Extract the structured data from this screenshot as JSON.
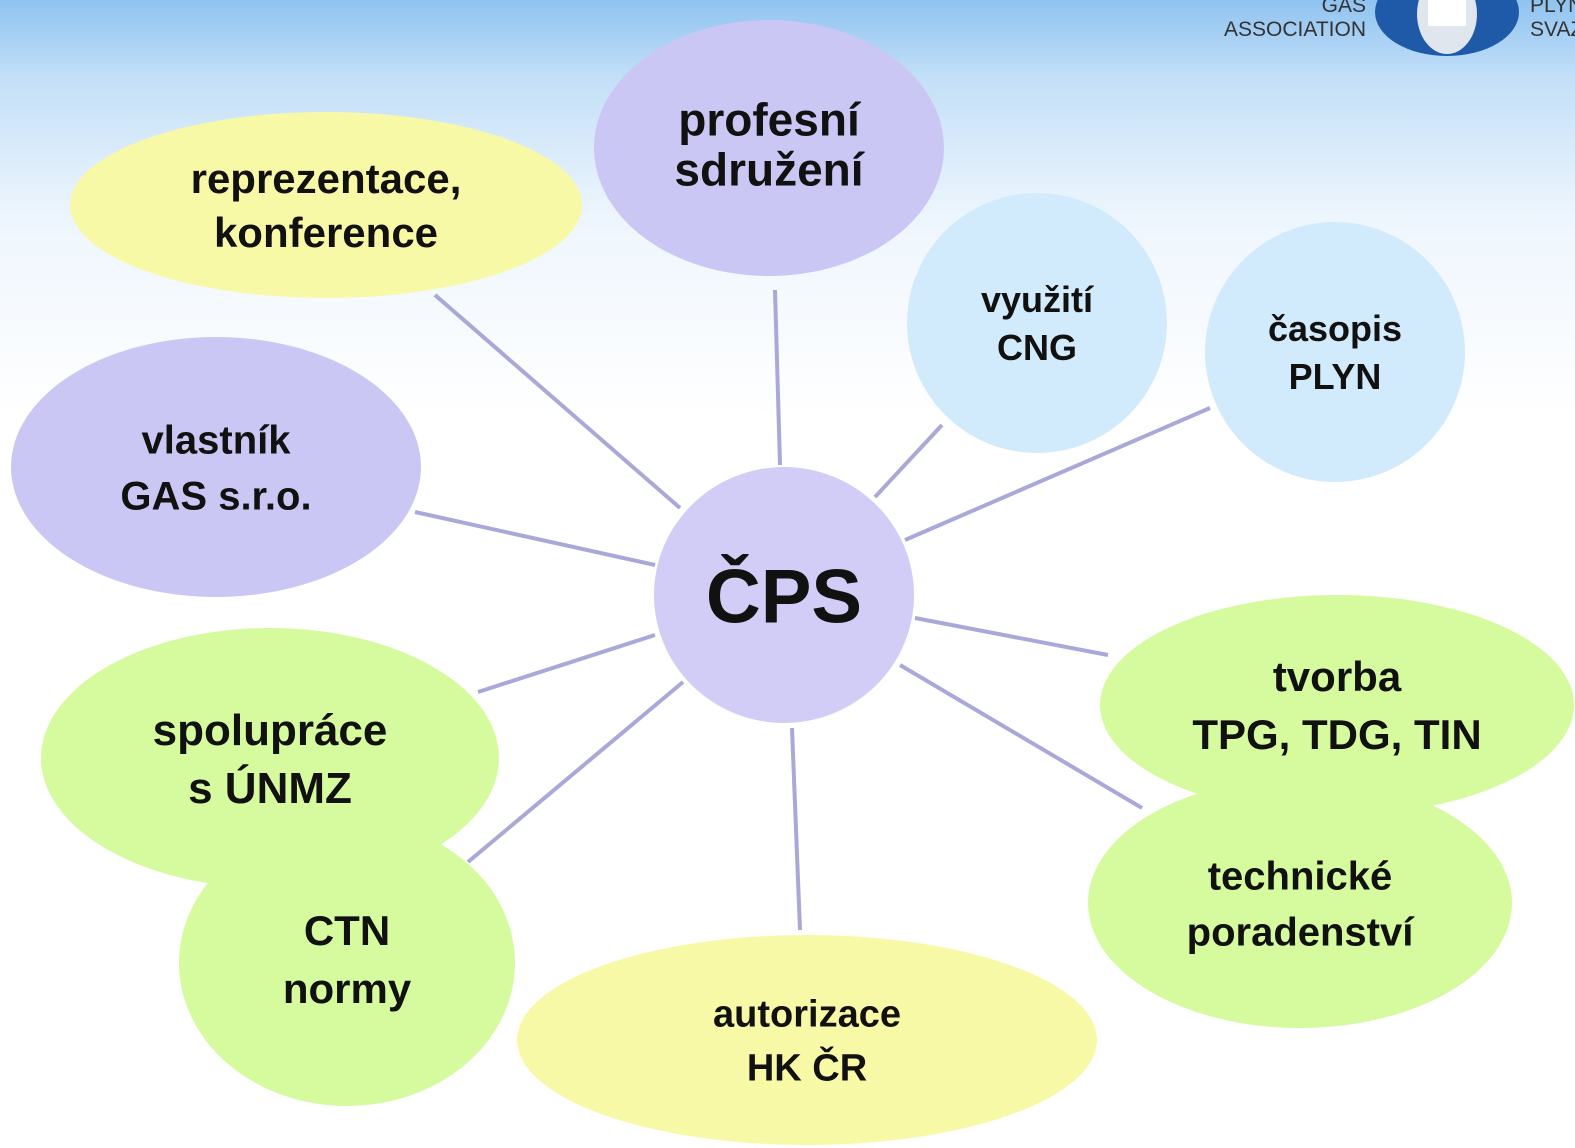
{
  "logo": {
    "left_text": [
      "GAS",
      "ASSOCIATION"
    ],
    "right_text": [
      "PLYN",
      "SVAZ"
    ],
    "colors": {
      "mark": "#1e5aa8",
      "mark_inner": "#ffffff"
    }
  },
  "center": {
    "id": "cps",
    "lines": [
      "ČPS"
    ],
    "color": "#d1cdf6"
  },
  "nodes": [
    {
      "id": "profesni",
      "lines": [
        "profesní",
        "sdružení"
      ],
      "color": "#cbc7f4"
    },
    {
      "id": "reprezentace",
      "lines": [
        "reprezentace,",
        "konference"
      ],
      "color": "#f8f9a6"
    },
    {
      "id": "vyuziti",
      "lines": [
        "využití",
        "CNG"
      ],
      "color": "#d2ebfc"
    },
    {
      "id": "casopis",
      "lines": [
        "časopis",
        "PLYN"
      ],
      "color": "#d2ebfc"
    },
    {
      "id": "vlastnik",
      "lines": [
        "vlastník",
        "GAS s.r.o."
      ],
      "color": "#cbc7f4"
    },
    {
      "id": "tvorba",
      "lines": [
        "tvorba",
        "TPG, TDG, TIN"
      ],
      "color": "#d5fb9e"
    },
    {
      "id": "ctn",
      "lines": [
        "CTN",
        "normy"
      ],
      "color": "#d5fb9e"
    },
    {
      "id": "spoluprace",
      "lines": [
        "spolupráce",
        "s ÚNMZ"
      ],
      "color": "#d5fb9e"
    },
    {
      "id": "technicke",
      "lines": [
        "technické",
        "poradenství"
      ],
      "color": "#d5fb9e"
    },
    {
      "id": "autorizace",
      "lines": [
        "autorizace",
        "HK ČR"
      ],
      "color": "#f8f9a6"
    }
  ],
  "connector_color": "#a9a8d8"
}
